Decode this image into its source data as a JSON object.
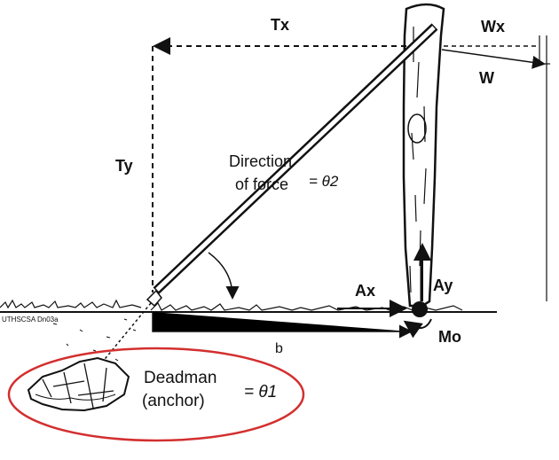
{
  "labels": {
    "tx": "Tx",
    "wx": "Wx",
    "w": "W",
    "ty": "Ty",
    "direction_line1": "Direction",
    "direction_line2": "of force",
    "theta2_eq": "= θ2",
    "ax": "Ax",
    "ay": "Ay",
    "mo": "Mo",
    "b": "b",
    "deadman_line1": "Deadman",
    "deadman_line2": "(anchor)",
    "theta1_eq": "= θ1",
    "credit": "UTHSCSA Dn03a"
  },
  "colors": {
    "ink": "#111111",
    "highlight_ellipse": "#d32f2f",
    "background": "#ffffff"
  }
}
